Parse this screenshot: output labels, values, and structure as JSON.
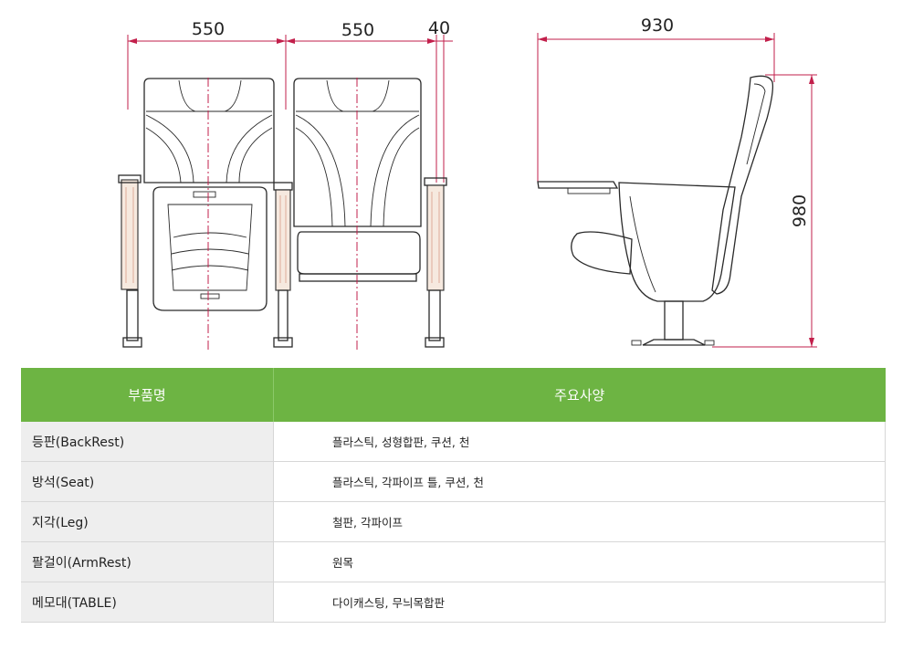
{
  "dimensions": {
    "front_width_left": "550",
    "front_width_right": "550",
    "armrest_width": "40",
    "side_depth": "930",
    "side_height": "980"
  },
  "spec_table": {
    "header_part": "부품명",
    "header_spec": "주요사양",
    "rows": [
      {
        "part": "등판(BackRest)",
        "spec": "플라스틱, 성형합판, 쿠션, 천"
      },
      {
        "part": "방석(Seat)",
        "spec": "플라스틱, 각파이프 틀, 쿠션, 천"
      },
      {
        "part": "지각(Leg)",
        "spec": "철판, 각파이프"
      },
      {
        "part": "팔걸이(ArmRest)",
        "spec": "원목"
      },
      {
        "part": "메모대(TABLE)",
        "spec": "다이캐스팅, 무늬목합판"
      }
    ]
  },
  "colors": {
    "header_green": "#6db443",
    "dimension_red": "#c21f4b",
    "label_bg": "#eeeeee"
  }
}
